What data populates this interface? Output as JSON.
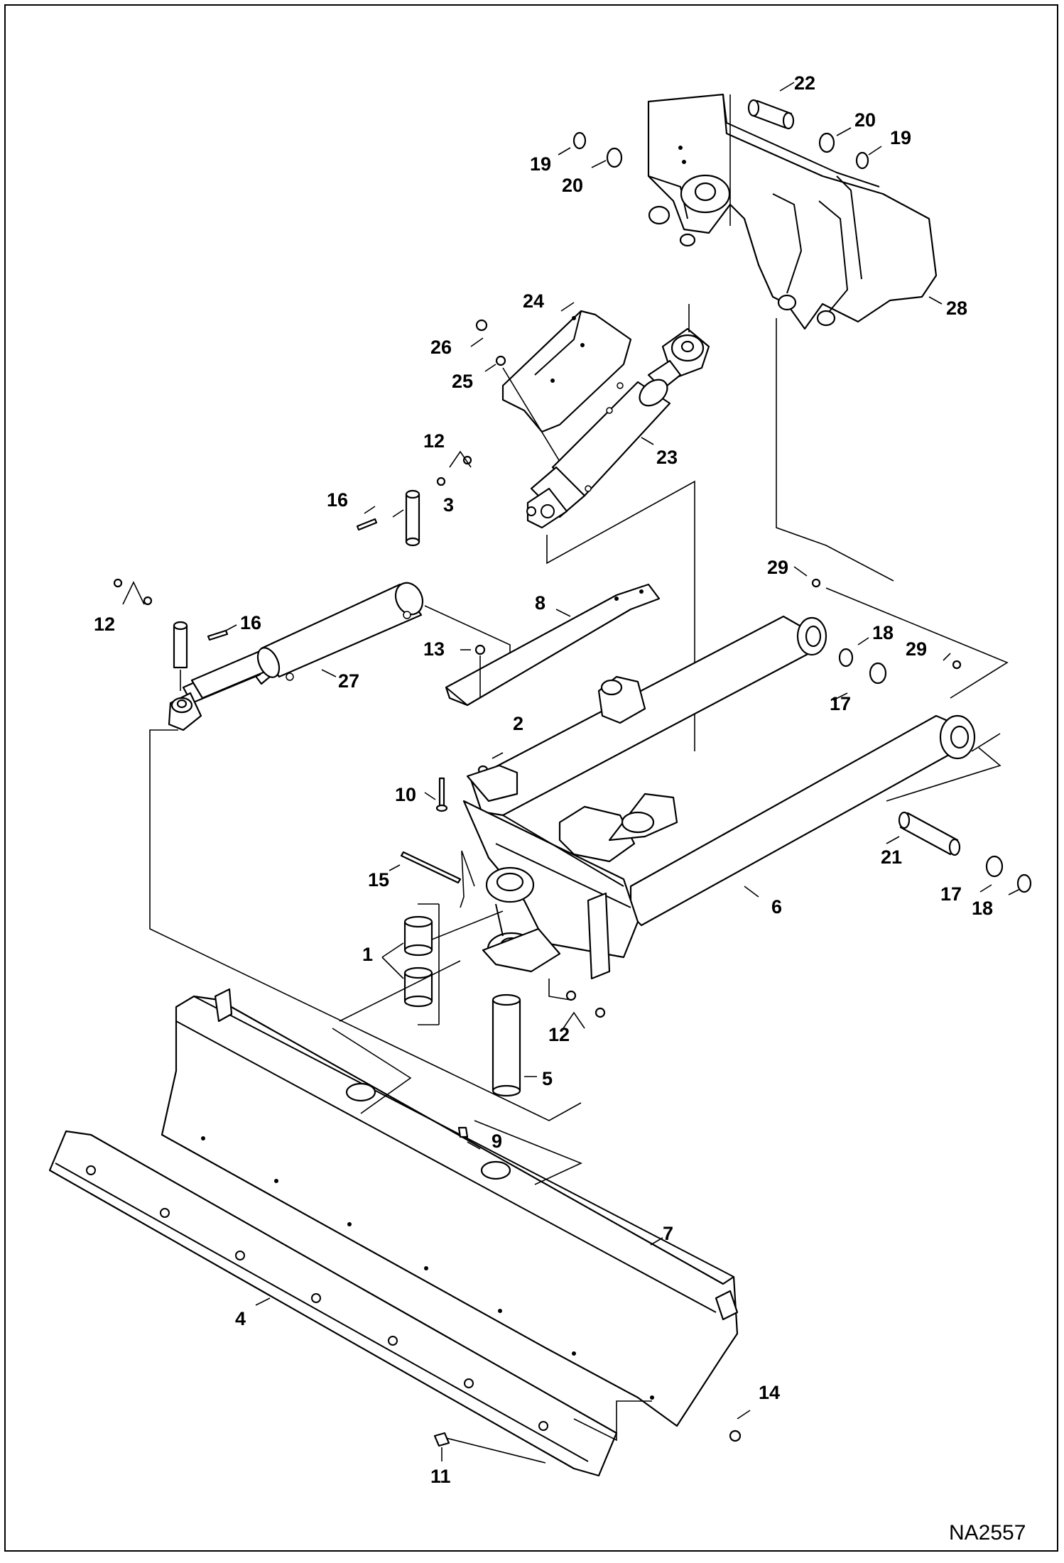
{
  "diagram": {
    "drawing_code": "NA2557",
    "callouts": {
      "c1": "1",
      "c2": "2",
      "c3": "3",
      "c4": "4",
      "c5": "5",
      "c6": "6",
      "c7": "7",
      "c8": "8",
      "c9": "9",
      "c10": "10",
      "c11": "11",
      "c13": "13",
      "c14": "14",
      "c15": "15",
      "c21": "21",
      "c22": "22",
      "c23": "23",
      "c24": "24",
      "c25": "25",
      "c26": "26",
      "c27": "27",
      "c28": "28",
      "c12a": "12",
      "c12b": "12",
      "c12c": "12",
      "c16a": "16",
      "c16b": "16",
      "c17a": "17",
      "c17b": "17",
      "c18a": "18",
      "c18b": "18",
      "c19a": "19",
      "c19b": "19",
      "c20a": "20",
      "c20b": "20",
      "c29a": "29",
      "c29b": "29"
    }
  }
}
